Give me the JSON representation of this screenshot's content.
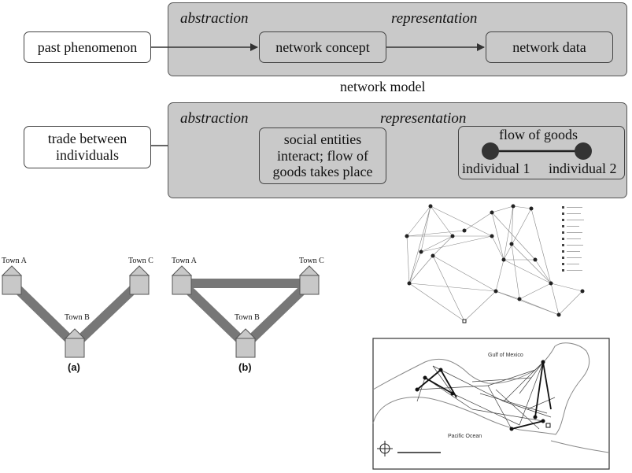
{
  "top_diagram": {
    "source": "past phenomenon",
    "abstraction": "abstraction",
    "representation": "representation",
    "concept": "network concept",
    "data": "network data",
    "caption": "network model"
  },
  "bottom_diagram": {
    "source_line1": "trade between",
    "source_line2": "individuals",
    "abstraction": "abstraction",
    "representation": "representation",
    "concept_line1": "social entities",
    "concept_line2": "interact; flow of",
    "concept_line3": "goods takes place",
    "edge_label": "flow of goods",
    "node1": "individual 1",
    "node2": "individual 2"
  },
  "towns_a": {
    "town_a": "Town A",
    "town_b": "Town B",
    "town_c": "Town C",
    "caption": "(a)"
  },
  "towns_b": {
    "town_a": "Town A",
    "town_b": "Town B",
    "town_c": "Town C",
    "caption": "(b)"
  },
  "map": {
    "gulf": "Gulf of Mexico",
    "pacific": "Pacific Ocean"
  }
}
